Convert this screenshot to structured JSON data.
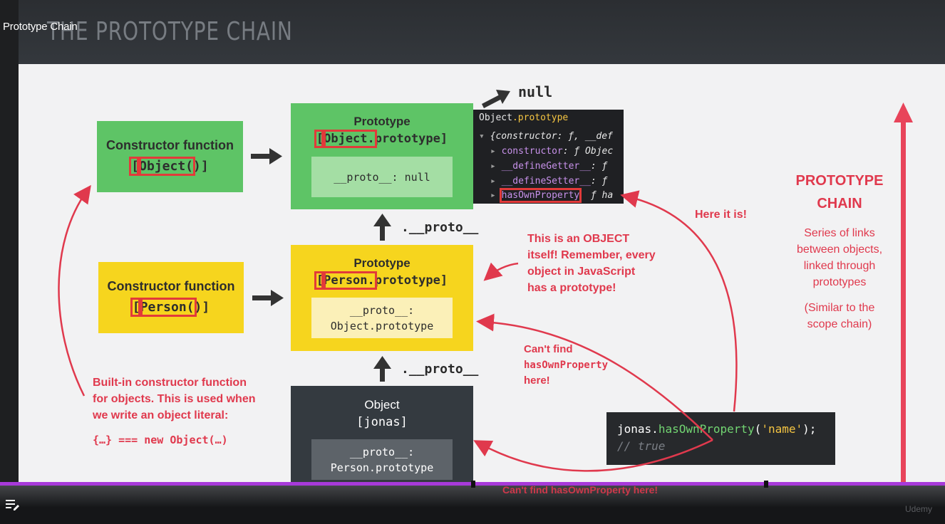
{
  "video": {
    "title": "Prototype Chain",
    "slide_heading": "THE PROTOTYPE CHAIN",
    "watermark": "Udemy"
  },
  "diagram": {
    "null_label": "null",
    "proto_link_label": ".__proto__",
    "object_ctor": {
      "title": "Constructor function",
      "code_hl": "Object(",
      "code_rest": ")",
      "open": "[",
      "close": "]"
    },
    "person_ctor": {
      "title": "Constructor function",
      "code_hl": "Person(",
      "code_rest": ")",
      "open": "[",
      "close": "]"
    },
    "object_proto": {
      "title": "Prototype",
      "code_hl": "Object.",
      "code_rest": "prototype",
      "open": "[",
      "close": "]",
      "inner": "__proto__: null"
    },
    "person_proto": {
      "title": "Prototype",
      "code_hl": "Person.",
      "code_rest": "prototype",
      "open": "[",
      "close": "]",
      "inner_line1": "__proto__:",
      "inner_line2": "Object.prototype"
    },
    "jonas": {
      "title": "Object",
      "code": "[jonas]",
      "inner_line1": "__proto__:",
      "inner_line2": "Person.prototype"
    }
  },
  "console": {
    "header": {
      "obj": "Object",
      "prop": ".prototype"
    },
    "rows": [
      {
        "arrow": "▾",
        "text": "{constructor: ƒ, __def"
      },
      {
        "arrow": "▸",
        "key": "constructor",
        "val": ": ƒ Objec"
      },
      {
        "arrow": "▸",
        "key": "__defineGetter__",
        "val": ": ƒ"
      },
      {
        "arrow": "▸",
        "key": "__defineSetter__",
        "val": ": ƒ"
      },
      {
        "arrow": "▸",
        "key": "hasOwnProperty",
        "val": "ƒ ha"
      }
    ]
  },
  "annotations": {
    "here_it_is": "Here it is!",
    "object_itself_1": "This is an ",
    "object_itself_bold": "OBJECT",
    "object_itself_2": "itself! Remember, every",
    "object_itself_3": "object in JavaScript",
    "object_itself_4": "has a prototype!",
    "cant_find_1": "Can't find",
    "cant_find_2": "hasOwnProperty",
    "cant_find_3": "here!",
    "builtin_1": "Built-in constructor function",
    "builtin_2": "for objects. This is used when",
    "builtin_3": "we write an object literal:",
    "builtin_code": "{…} === new Object(…)",
    "bottom_cant_find": "Can't find hasOwnProperty here!"
  },
  "sidebar": {
    "title_1": "PROTOTYPE",
    "title_2": "CHAIN",
    "desc_1": "Series of links",
    "desc_2": "between objects,",
    "desc_3": "linked through",
    "desc_4": "prototypes",
    "note_1": "(Similar to the",
    "note_2": "scope chain)"
  },
  "code": {
    "obj": "jonas",
    "dot": ".",
    "method": "hasOwnProperty",
    "open": "(",
    "arg": "'name'",
    "close": ");",
    "comment": "// true"
  },
  "colors": {
    "accent_red": "#e0394d",
    "green": "#5ec466",
    "yellow": "#f6d51e",
    "dark": "#343a40",
    "progress": "#a73ad9"
  }
}
